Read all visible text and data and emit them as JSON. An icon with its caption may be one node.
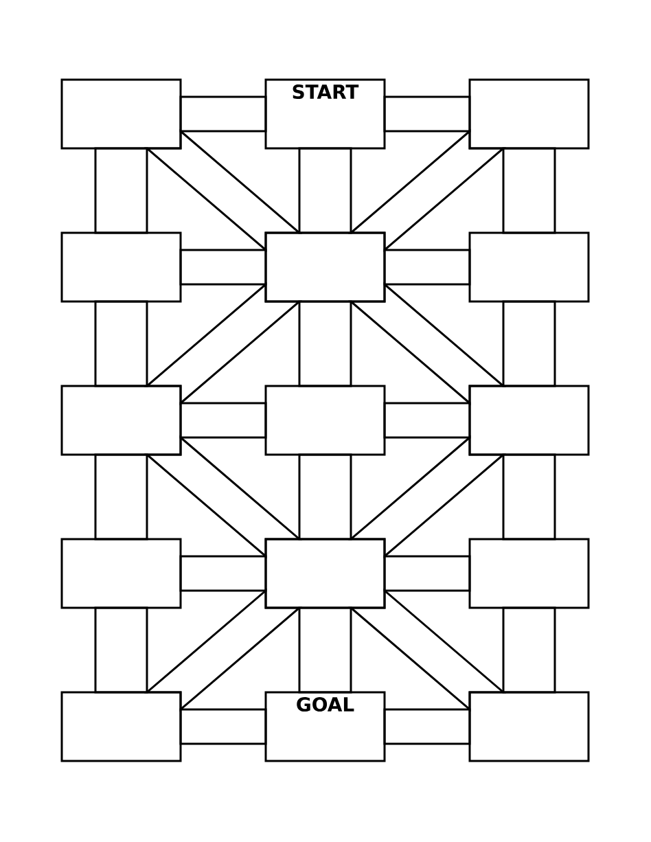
{
  "diagram": {
    "nodes": [
      {
        "text": [],
        "shape": "box"
      },
      {
        "text": [
          "START"
        ]
      },
      {
        "text": [],
        "shape": "box"
      },
      {
        "text": [],
        "shape": "box"
      },
      {
        "text": [],
        "shape": "box"
      },
      {
        "text": [],
        "shape": "box"
      },
      {
        "text": [],
        "shape": "box"
      },
      {
        "text": [],
        "shape": "box"
      },
      {
        "text": [],
        "shape": "box"
      },
      {
        "text": [],
        "shape": "box"
      },
      {
        "text": [],
        "shape": "box"
      },
      {
        "text": [],
        "shape": "box"
      },
      {
        "text": [],
        "shape": "box"
      },
      {
        "text": [
          "GOAL"
        ]
      },
      {
        "text": [],
        "shape": "box"
      }
    ],
    "edges": [
      {
        "from": 0,
        "to": 1,
        "arrow": "none"
      },
      {
        "from": 1,
        "to": 2,
        "arrow": "none"
      },
      {
        "from": 0,
        "to": 3,
        "arrow": "none"
      },
      {
        "from": 1,
        "to": 4,
        "arrow": "none"
      },
      {
        "from": 2,
        "to": 5,
        "arrow": "none"
      },
      {
        "from": 0,
        "to": 4,
        "arrow": "none"
      },
      {
        "from": 2,
        "to": 4,
        "arrow": "none"
      },
      {
        "from": 3,
        "to": 4,
        "arrow": "none"
      },
      {
        "from": 4,
        "to": 5,
        "arrow": "none"
      },
      {
        "from": 3,
        "to": 6,
        "arrow": "none"
      },
      {
        "from": 4,
        "to": 7,
        "arrow": "none"
      },
      {
        "from": 5,
        "to": 8,
        "arrow": "none"
      },
      {
        "from": 6,
        "to": 4,
        "arrow": "none"
      },
      {
        "from": 8,
        "to": 4,
        "arrow": "none"
      },
      {
        "from": 6,
        "to": 7,
        "arrow": "none"
      },
      {
        "from": 7,
        "to": 8,
        "arrow": "none"
      },
      {
        "from": 6,
        "to": 9,
        "arrow": "none"
      },
      {
        "from": 7,
        "to": 10,
        "arrow": "none"
      },
      {
        "from": 8,
        "to": 11,
        "arrow": "none"
      },
      {
        "from": 6,
        "to": 10,
        "arrow": "none"
      },
      {
        "from": 8,
        "to": 10,
        "arrow": "none"
      },
      {
        "from": 9,
        "to": 10,
        "arrow": "none"
      },
      {
        "from": 10,
        "to": 11,
        "arrow": "none"
      },
      {
        "from": 9,
        "to": 12,
        "arrow": "none"
      },
      {
        "from": 10,
        "to": 13,
        "arrow": "none"
      },
      {
        "from": 11,
        "to": 14,
        "arrow": "none"
      },
      {
        "from": 12,
        "to": 10,
        "arrow": "none"
      },
      {
        "from": 14,
        "to": 10,
        "arrow": "none"
      },
      {
        "from": 12,
        "to": 13,
        "arrow": "none"
      },
      {
        "from": 13,
        "to": 14,
        "arrow": "none"
      }
    ]
  }
}
